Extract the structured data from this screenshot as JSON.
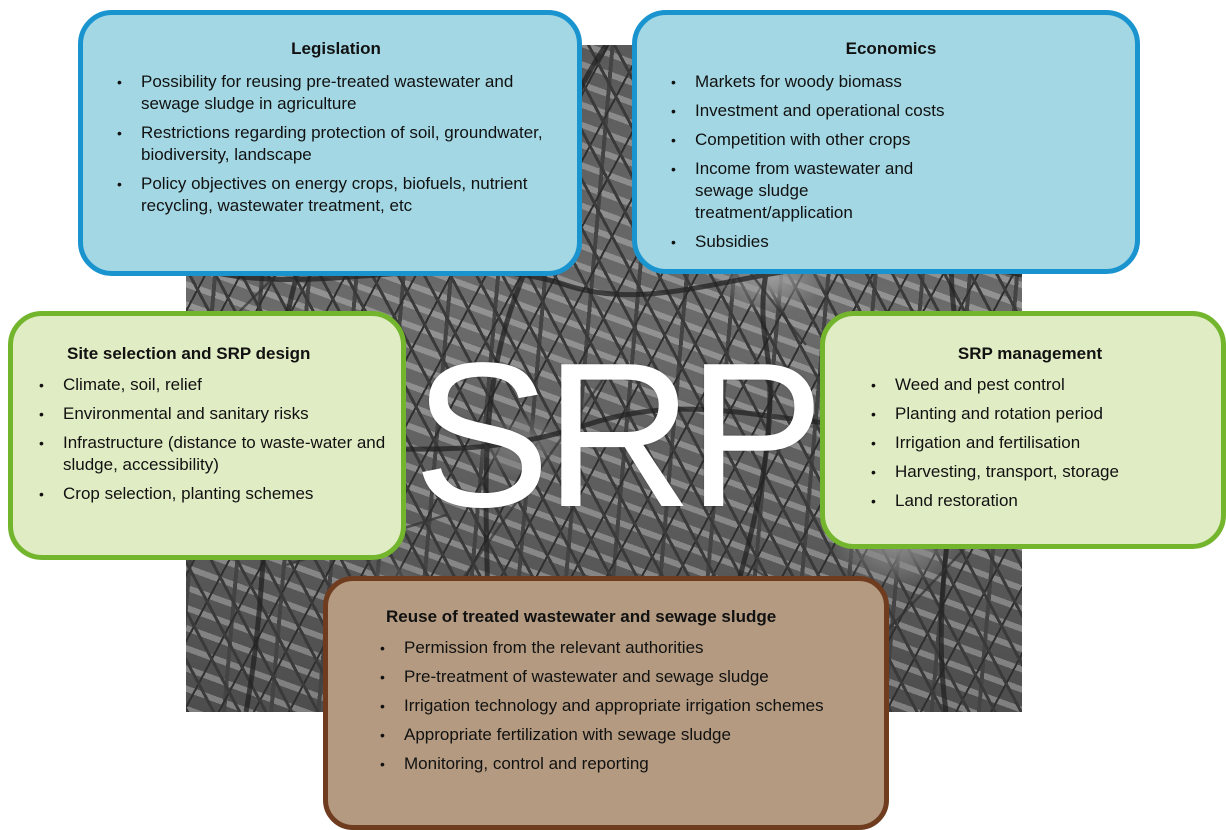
{
  "center": {
    "title": "SRP"
  },
  "legislation": {
    "heading": "Legislation",
    "items": [
      "Possibility for reusing pre-treated wastewater and sewage sludge in agriculture",
      "Restrictions regarding protection of soil, groundwater, biodiversity, landscape",
      "Policy objectives on energy crops, biofuels, nutrient recycling, wastewater treatment, etc"
    ]
  },
  "economics": {
    "heading": "Economics",
    "items": [
      "Markets for woody biomass",
      "Investment and operational costs",
      "Competition with other crops",
      "Income from wastewater and sewage sludge treatment/application",
      "Subsidies"
    ]
  },
  "site_selection": {
    "heading": "Site selection and SRP design",
    "items": [
      "Climate, soil, relief",
      "Environmental and sanitary risks",
      "Infrastructure (distance to waste-water and sludge, accessibility)",
      "Crop selection, planting schemes"
    ]
  },
  "management": {
    "heading": "SRP management",
    "items": [
      "Weed and pest control",
      "Planting and rotation period",
      "Irrigation and fertilisation",
      "Harvesting, transport, storage",
      "Land restoration"
    ]
  },
  "reuse": {
    "heading": "Reuse of treated wastewater and sewage sludge",
    "items": [
      "Permission from the relevant authorities",
      "Pre-treatment of wastewater and sewage sludge",
      "Irrigation technology and appropriate irrigation schemes",
      "Appropriate fertilization with sewage sludge",
      "Monitoring, control and reporting"
    ]
  },
  "colors": {
    "blue_fill": "#a3d7e3",
    "blue_border": "#1a94cf",
    "green_fill": "#e0ecc4",
    "green_border": "#73b52d",
    "brown_fill": "#b39a80",
    "brown_border": "#6f3c1f"
  }
}
